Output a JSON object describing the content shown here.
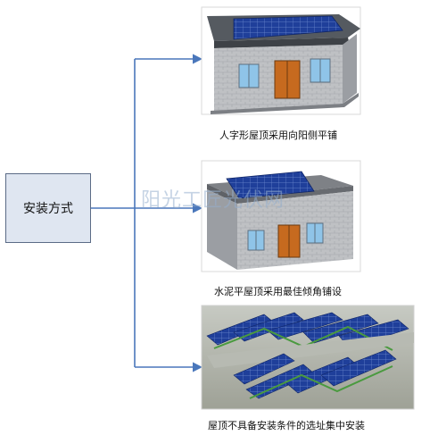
{
  "root": {
    "label": "安装方式"
  },
  "options": [
    {
      "caption": "人字形屋顶采用向阳侧平铺",
      "image": "pitched-roof-house-with-solar-panels"
    },
    {
      "caption": "水泥平屋顶采用最佳倾角铺设",
      "image": "flat-roof-house-with-tilted-solar-panels"
    },
    {
      "caption": "屋顶不具备安装条件的选址集中安装",
      "image": "ground-mounted-solar-array-field"
    }
  ],
  "watermark": "阳光工匠光伏网",
  "colors": {
    "connector": "#4a77bb",
    "box_fill": "#dfe6f1",
    "panel": "#1f3f9a"
  }
}
